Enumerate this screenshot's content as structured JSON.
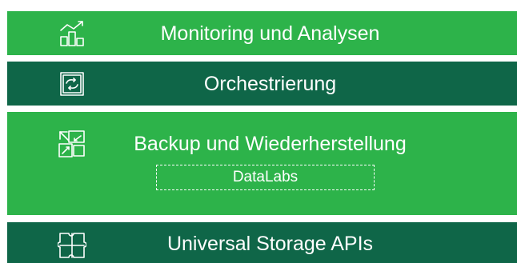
{
  "colors": {
    "light_green": "#2db34a",
    "dark_green": "#0f6648",
    "text": "#ffffff"
  },
  "layers": [
    {
      "label": "Monitoring und Analysen",
      "icon": "chart-icon",
      "tone": "light"
    },
    {
      "label": "Orchestrierung",
      "icon": "orchestration-icon",
      "tone": "dark"
    },
    {
      "label": "Backup und Wiederherstellung",
      "icon": "backup-restore-icon",
      "tone": "light",
      "sublabel": "DataLabs"
    },
    {
      "label": "Universal Storage APIs",
      "icon": "puzzle-icon",
      "tone": "dark"
    }
  ]
}
